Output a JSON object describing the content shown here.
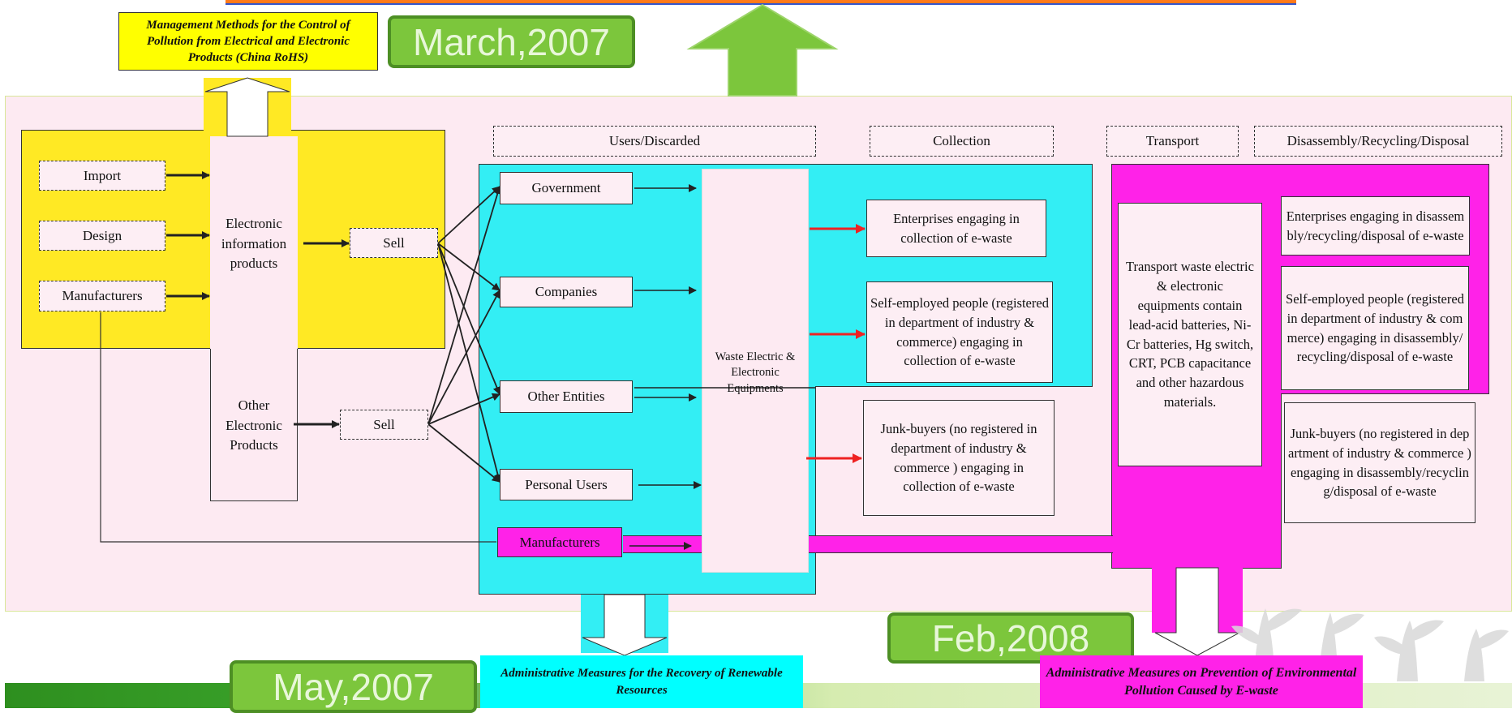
{
  "laws": {
    "china_rohs": "Management Methods for the Control of Pollution from Electrical and Electronic Products (China RoHS)",
    "recovery": "Administrative Measures for the Recovery of Renewable Resources",
    "prevention": "Administrative Measures on Prevention of Environmental Pollution Caused by E-waste"
  },
  "dates": {
    "march": "March,2007",
    "feb": "Feb,2008",
    "may": "May,2007"
  },
  "headers": {
    "users": "Users/Discarded",
    "collection": "Collection",
    "transport": "Transport",
    "disassembly": "Disassembly/Recycling/Disposal"
  },
  "producers": {
    "import": "Import",
    "design": "Design",
    "manufacturers": "Manufacturers",
    "eip": "Electronic information products",
    "sell1": "Sell",
    "other": "Other Electronic Products",
    "sell2": "Sell"
  },
  "users": {
    "government": "Government",
    "companies": "Companies",
    "other_entities": "Other Entities",
    "personal": "Personal Users",
    "manufacturers": "Manufacturers"
  },
  "waste": "Waste Electric & Electronic Equipments",
  "collection": {
    "enterprises": "Enterprises engaging in collection of e-waste",
    "self_employed": "Self-employed people (registered in department of  industry & commerce) engaging in collection of e-waste",
    "junk": "Junk-buyers  (no registered in department of  industry & commerce ) engaging in collection of e-waste"
  },
  "transport": "Transport waste electric & electronic equipments contain lead-acid batteries, Ni-Cr batteries, Hg switch, CRT, PCB capacitance and other hazardous materials.",
  "disposal": {
    "enterprises": "Enterprises engaging in disassembly/recycling/disposal of e-waste",
    "self_employed": "Self-employed people (registered in department of  industry & commerce) engaging in disassembly/recycling/disposal of e-waste",
    "junk": "Junk-buyers  (no registered in department of  industry & commerce ) engaging in disassembly/recycling/disposal of e-waste"
  },
  "colors": {
    "yellow": "#ffe924",
    "cyan": "#33eef4",
    "magenta": "#ff22e8",
    "pink_bg": "#fdeaf2",
    "green": "#7cc63c",
    "red_arrow": "#ee2222"
  }
}
